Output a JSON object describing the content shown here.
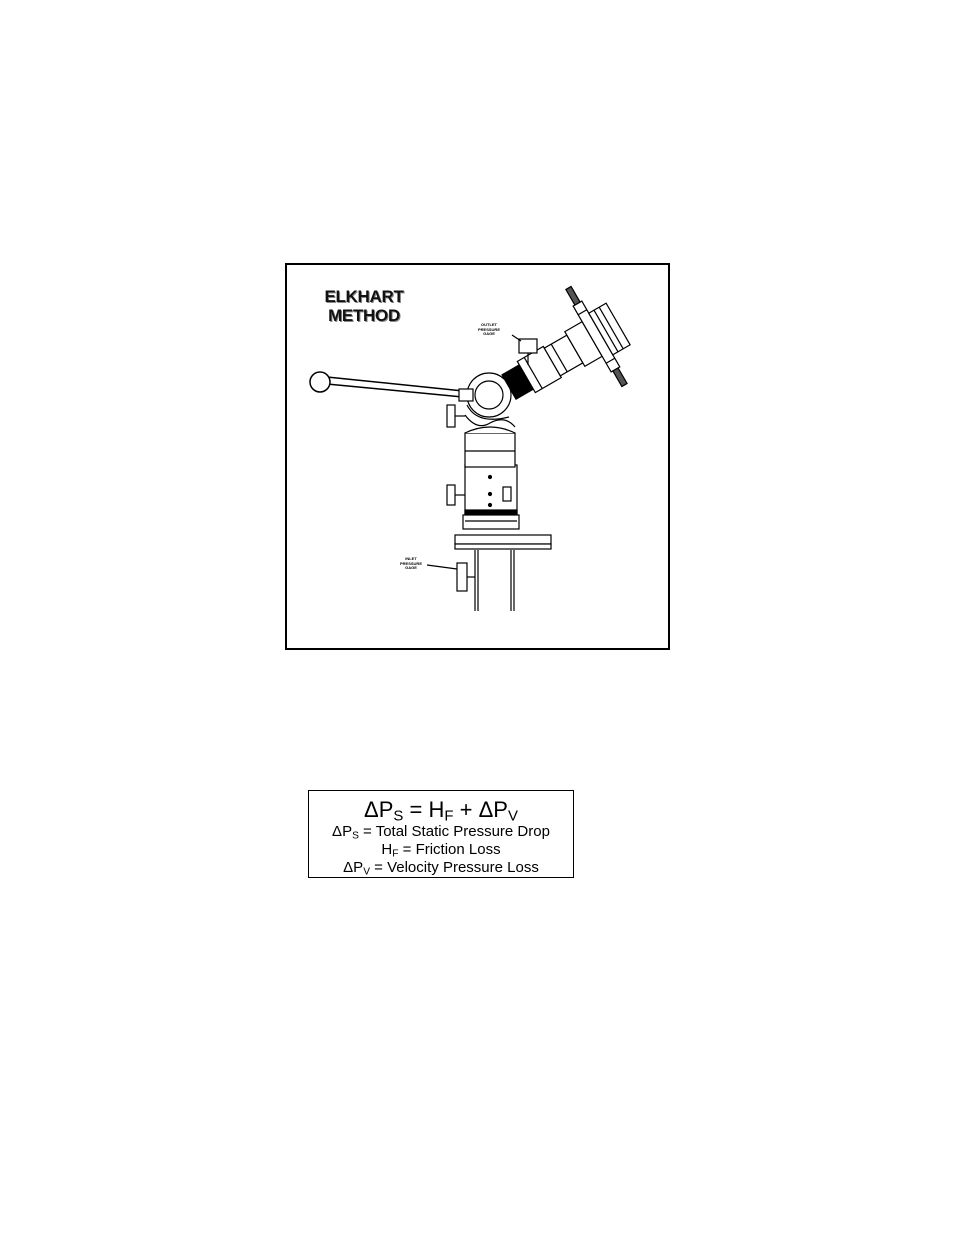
{
  "figure": {
    "title_line1": "ELKHART",
    "title_line2": "METHOD",
    "outlet_label": [
      "OUTLET",
      "PRESSURE",
      "GAGE"
    ],
    "inlet_label": [
      "INLET",
      "PRESSURE",
      "GAGE"
    ]
  },
  "formula": {
    "main": {
      "p1": "ΔP",
      "s1": "S",
      "p2": " = H",
      "s2": "F",
      "p3": " + ΔP",
      "s3": "V"
    },
    "def1": {
      "a": "ΔP",
      "sub": "S",
      "b": " = Total Static Pressure Drop"
    },
    "def2": {
      "a": "H",
      "sub": "F",
      "b": " = Friction Loss"
    },
    "def3": {
      "a": "ΔP",
      "sub": "V",
      "b": " = Velocity Pressure Loss"
    }
  }
}
